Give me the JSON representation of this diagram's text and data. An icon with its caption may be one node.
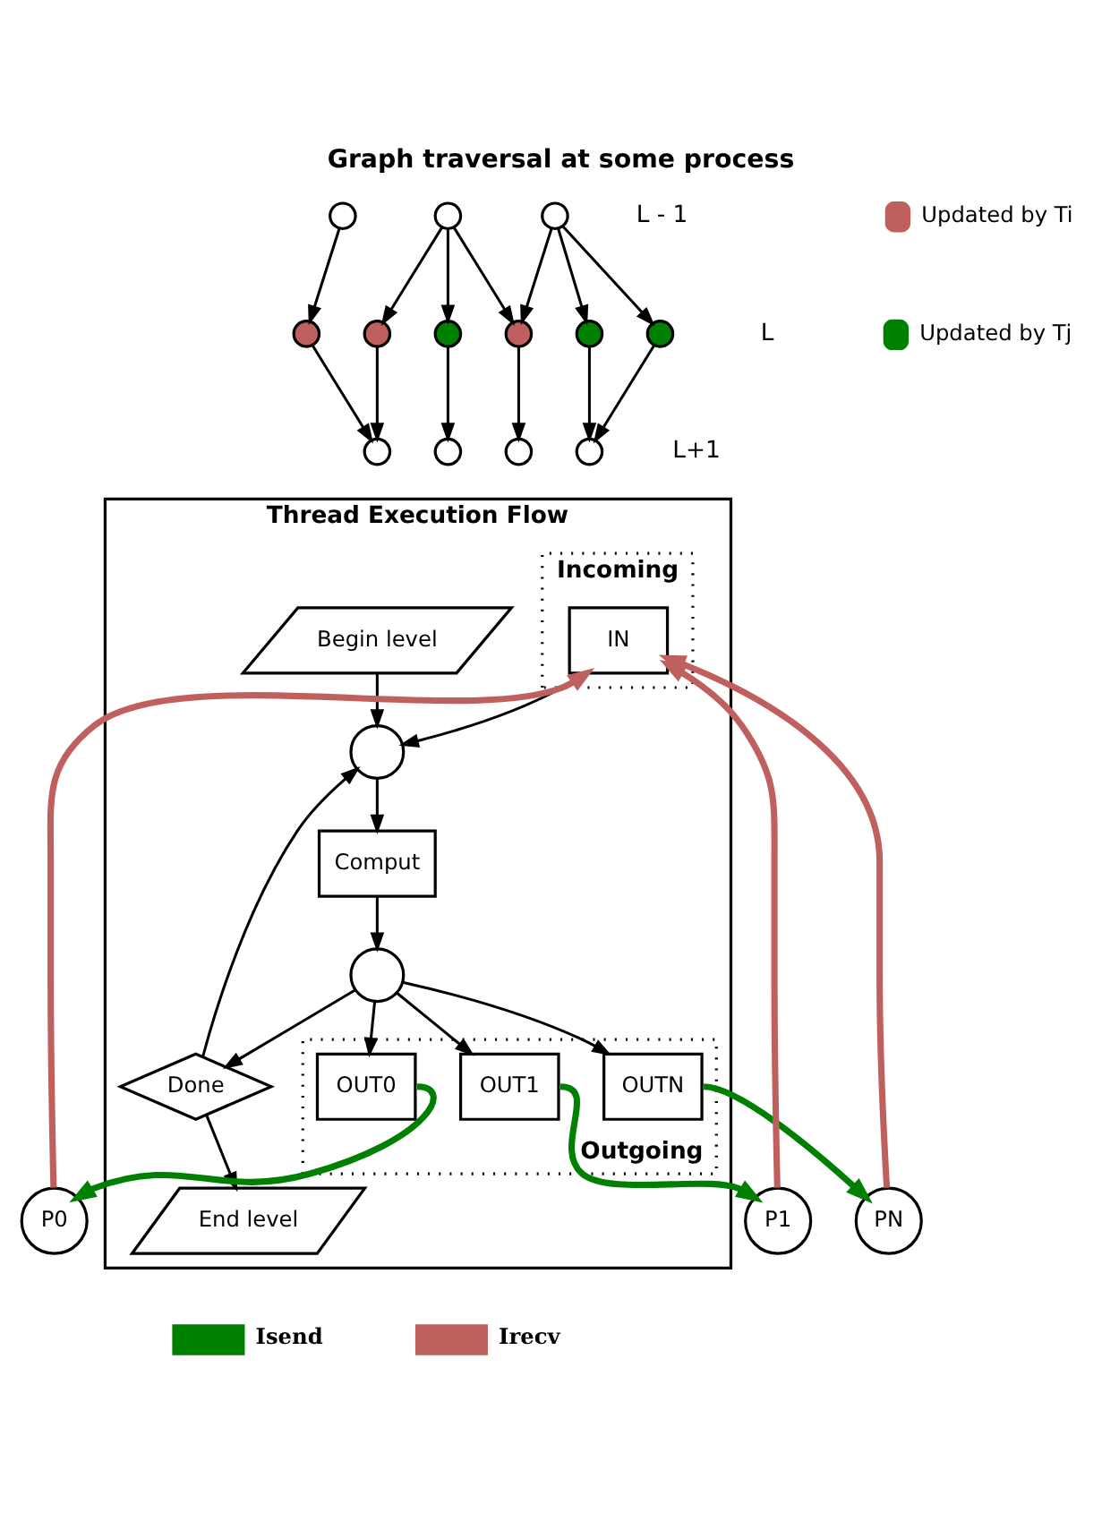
{
  "diagram": {
    "title": "Graph traversal at some process",
    "nodes": [
      {
        "text": [],
        "shape": "circle"
      },
      {
        "text": [],
        "shape": "circle"
      },
      {
        "text": [],
        "shape": "circle"
      },
      {
        "text": [],
        "shape": "circle"
      },
      {
        "text": [],
        "shape": "circle"
      },
      {
        "text": [],
        "shape": "circle"
      },
      {
        "text": [],
        "shape": "circle"
      },
      {
        "text": [],
        "shape": "circle"
      },
      {
        "text": [],
        "shape": "circle"
      },
      {
        "text": [],
        "shape": "circle"
      },
      {
        "text": [],
        "shape": "circle"
      },
      {
        "text": [],
        "shape": "circle"
      },
      {
        "text": [],
        "shape": "circle"
      },
      {
        "text": [
          "Thread Execution Flow"
        ]
      },
      {
        "text": [
          "Begin level"
        ],
        "in": 13
      },
      {
        "text": [],
        "shape": "circle",
        "in": 13
      },
      {
        "text": [
          "Comput"
        ],
        "in": 13
      },
      {
        "text": [],
        "shape": "circle",
        "in": 13
      },
      {
        "text": [
          "Done"
        ],
        "in": 13
      },
      {
        "text": [
          "End level"
        ],
        "in": 13
      },
      {
        "text": [
          "Incoming"
        ],
        "in": 13
      },
      {
        "text": [
          "IN"
        ],
        "in": 20
      },
      {
        "text": [
          "Outgoing"
        ],
        "in": 13
      },
      {
        "text": [
          "OUT0"
        ],
        "in": 22
      },
      {
        "text": [
          "OUT1"
        ],
        "in": 22
      },
      {
        "text": [
          "OUTN"
        ],
        "in": 22
      },
      {
        "text": [
          "P0"
        ]
      },
      {
        "text": [
          "P1"
        ]
      },
      {
        "text": [
          "PN"
        ]
      }
    ],
    "edges": [
      {
        "from": 0,
        "to": 3,
        "arrow": "to"
      },
      {
        "from": 1,
        "to": 4,
        "arrow": "to"
      },
      {
        "from": 1,
        "to": 5,
        "arrow": "to"
      },
      {
        "from": 1,
        "to": 6,
        "arrow": "to"
      },
      {
        "from": 2,
        "to": 6,
        "arrow": "to"
      },
      {
        "from": 2,
        "to": 7,
        "arrow": "to"
      },
      {
        "from": 2,
        "to": 8,
        "arrow": "to"
      },
      {
        "from": 3,
        "to": 9,
        "arrow": "to"
      },
      {
        "from": 4,
        "to": 9,
        "arrow": "to"
      },
      {
        "from": 5,
        "to": 10,
        "arrow": "to"
      },
      {
        "from": 6,
        "to": 11,
        "arrow": "to"
      },
      {
        "from": 7,
        "to": 12,
        "arrow": "to"
      },
      {
        "from": 8,
        "to": 12,
        "arrow": "to"
      },
      {
        "from": 14,
        "to": 15,
        "arrow": "to"
      },
      {
        "from": 21,
        "to": 15,
        "arrow": "to"
      },
      {
        "from": 15,
        "to": 16,
        "arrow": "to"
      },
      {
        "from": 16,
        "to": 17,
        "arrow": "to"
      },
      {
        "from": 17,
        "to": 23,
        "arrow": "to"
      },
      {
        "from": 17,
        "to": 24,
        "arrow": "to"
      },
      {
        "from": 17,
        "to": 25,
        "arrow": "to"
      },
      {
        "from": 17,
        "to": 18,
        "arrow": "to"
      },
      {
        "from": 18,
        "to": 15,
        "arrow": "to"
      },
      {
        "from": 18,
        "to": 19,
        "arrow": "to"
      },
      {
        "from": 26,
        "to": 21,
        "arrow": "to",
        "style": "thick",
        "color": "#c0605e"
      },
      {
        "from": 27,
        "to": 21,
        "arrow": "to",
        "style": "thick",
        "color": "#c0605e"
      },
      {
        "from": 28,
        "to": 21,
        "arrow": "to",
        "style": "thick",
        "color": "#c0605e"
      },
      {
        "from": 23,
        "to": 26,
        "arrow": "to",
        "style": "thick",
        "color": "#008000"
      },
      {
        "from": 24,
        "to": 27,
        "arrow": "to",
        "style": "thick",
        "color": "#008000"
      },
      {
        "from": 25,
        "to": 28,
        "arrow": "to",
        "style": "thick",
        "color": "#008000"
      }
    ],
    "labels": [
      "L - 1",
      "L",
      "L+1"
    ],
    "legend": [
      {
        "text": "Updated by Ti",
        "color": "#c0605e"
      },
      {
        "text": "Updated by Tj",
        "color": "#008000"
      },
      {
        "text": "Isend",
        "color": "#008000"
      },
      {
        "text": "Irecv",
        "color": "#c0605e"
      }
    ]
  }
}
